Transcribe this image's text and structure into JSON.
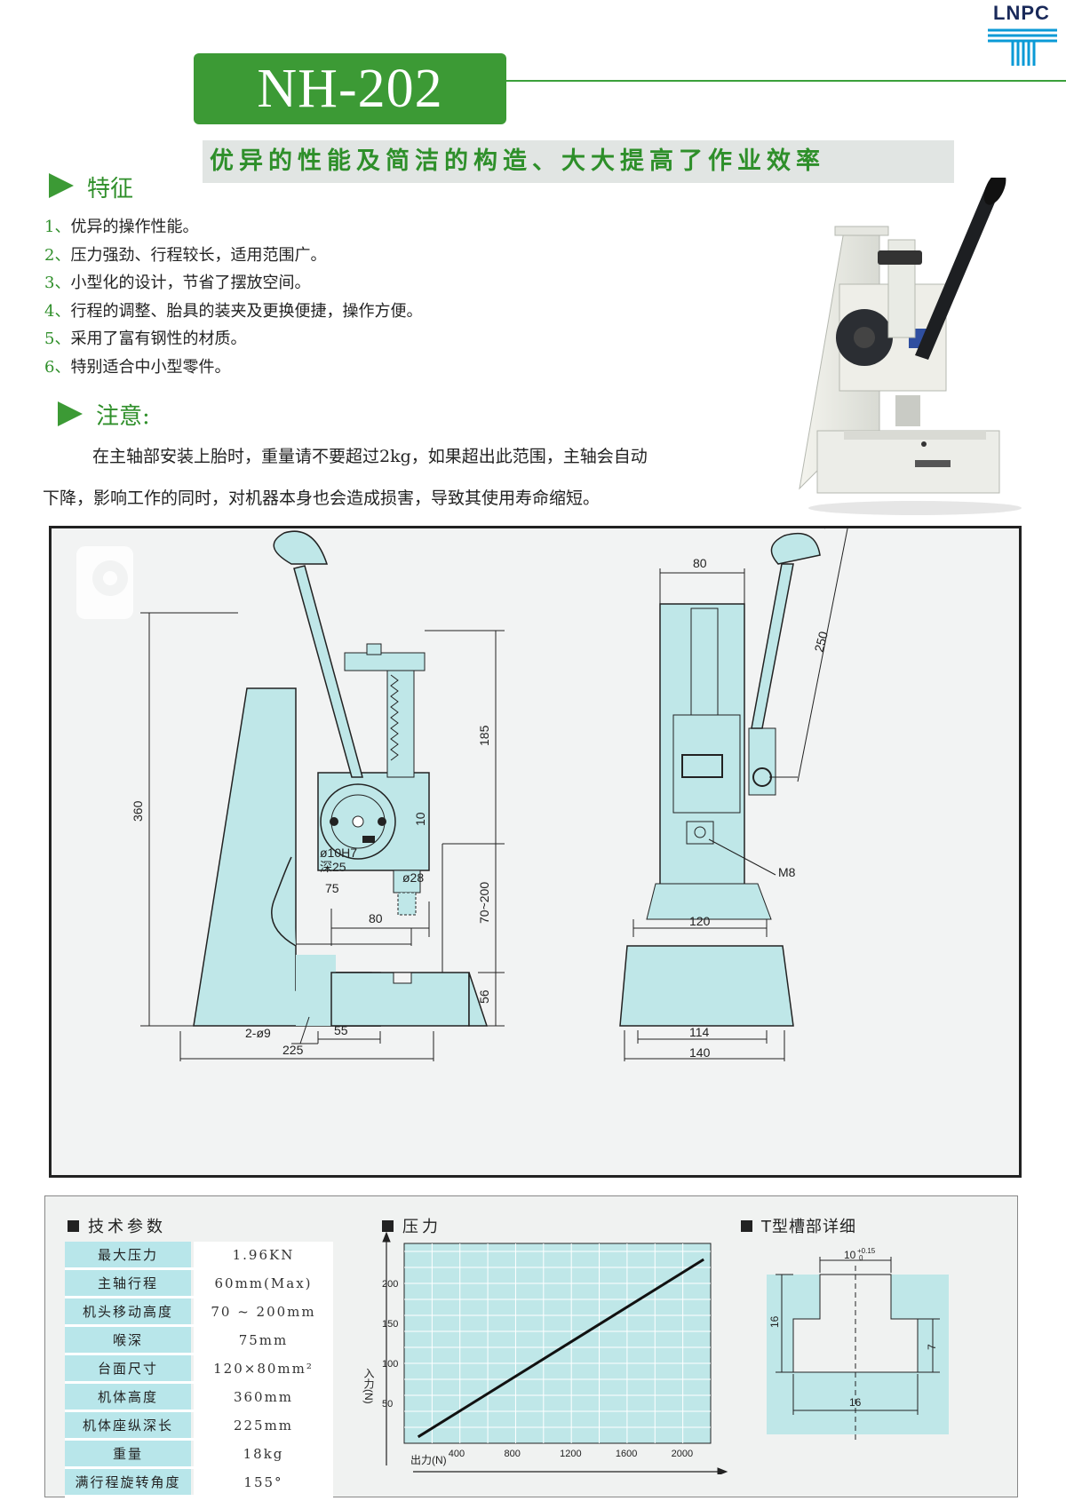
{
  "brand": {
    "logo_text": "LNPC"
  },
  "header": {
    "model": "NH-202",
    "slogan": "优异的性能及简洁的构造、大大提高了作业效率"
  },
  "features": {
    "heading": "特征",
    "items": [
      {
        "num": "1、",
        "text": "优异的操作性能。"
      },
      {
        "num": "2、",
        "text": "压力强劲、行程较长，适用范围广。"
      },
      {
        "num": "3、",
        "text": "小型化的设计，节省了摆放空间。"
      },
      {
        "num": "4、",
        "text": "行程的调整、胎具的装夹及更换便捷，操作方便。"
      },
      {
        "num": "5、",
        "text": "采用了富有钢性的材质。"
      },
      {
        "num": "6、",
        "text": "特别适合中小型零件。"
      }
    ]
  },
  "notice": {
    "heading": "注意:",
    "line1": "在主轴部安装上胎时，重量请不要超过2kg，如果超出此范围，主轴会自动",
    "line2": "下降，影响工作的同时，对机器本身也会造成损害，导致其使用寿命缩短。"
  },
  "drawing": {
    "dims_side": {
      "height": "360",
      "upper": "185",
      "stroke": "70~200",
      "base": "56",
      "d10": "10",
      "hole": "ø10H7",
      "depth": "深25",
      "d28": "ø28",
      "throat": "75",
      "table": "80",
      "holes": "2-ø9",
      "d55": "55",
      "length": "225"
    },
    "dims_front": {
      "width_top": "80",
      "lever": "250",
      "m8": "M8",
      "table_w": "120",
      "base_in": "114",
      "base_w": "140"
    }
  },
  "specs": {
    "title": "技术参数",
    "rows": [
      {
        "label": "最大压力",
        "value": "1.96KN"
      },
      {
        "label": "主轴行程",
        "value": "60mm(Max)"
      },
      {
        "label": "机头移动高度",
        "value": "70 ~ 200mm"
      },
      {
        "label": "喉深",
        "value": "75mm"
      },
      {
        "label": "台面尺寸",
        "value": "120×80mm²"
      },
      {
        "label": "机体高度",
        "value": "360mm"
      },
      {
        "label": "机体座纵深长",
        "value": "225mm"
      },
      {
        "label": "重量",
        "value": "18kg"
      },
      {
        "label": "满行程旋转角度",
        "value": "155°"
      }
    ]
  },
  "chart_data": {
    "type": "line",
    "title": "压力",
    "xlabel": "出力(N)",
    "ylabel": "入力(N)",
    "x_ticks": [
      "400",
      "800",
      "1200",
      "1600",
      "2000"
    ],
    "y_ticks": [
      "50",
      "100",
      "150",
      "200"
    ],
    "xlim": [
      0,
      2200
    ],
    "ylim": [
      0,
      250
    ],
    "series": [
      {
        "x": [
          100,
          2150
        ],
        "y": [
          8,
          230
        ]
      }
    ],
    "grid": true
  },
  "tslot": {
    "title": "T型槽部详细",
    "top": "10",
    "tol_plus": "+0.15",
    "tol_zero": "0",
    "height": "16",
    "neck": "7",
    "bottom": "16"
  },
  "colors": {
    "green": "#3c9a35",
    "cyan": "#bfe7e8",
    "brand": "#1a2a5a",
    "logo_blue": "#0a9ad6"
  }
}
